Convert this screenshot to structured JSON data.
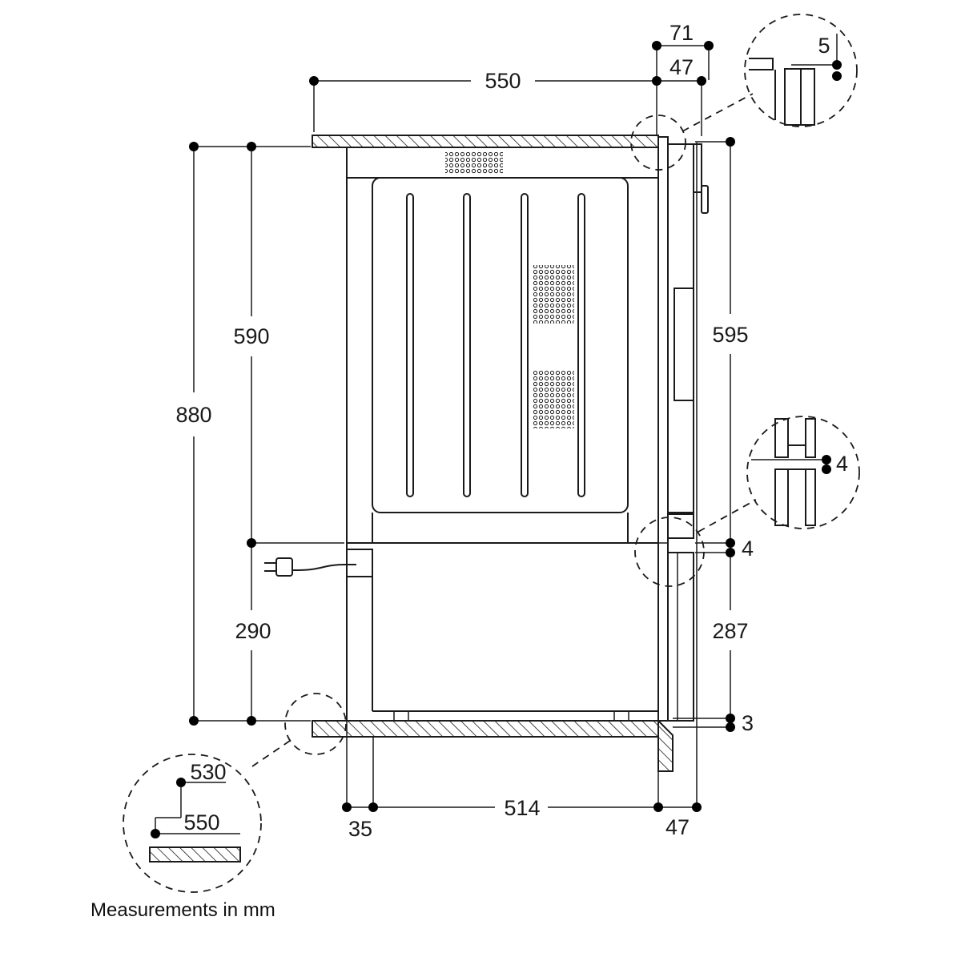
{
  "units_note": "Measurements in mm",
  "dimensions": {
    "top_depth": "550",
    "top_71": "71",
    "top_47": "47",
    "gap_5": "5",
    "total_height": "880",
    "oven_height": "590",
    "drawer_height": "290",
    "front_595": "595",
    "front_287": "287",
    "gap_4": "4",
    "detail_4": "4",
    "gap_3": "3",
    "bottom_35": "35",
    "bottom_514": "514",
    "bottom_47": "47",
    "detail_530": "530",
    "detail_550": "550"
  }
}
